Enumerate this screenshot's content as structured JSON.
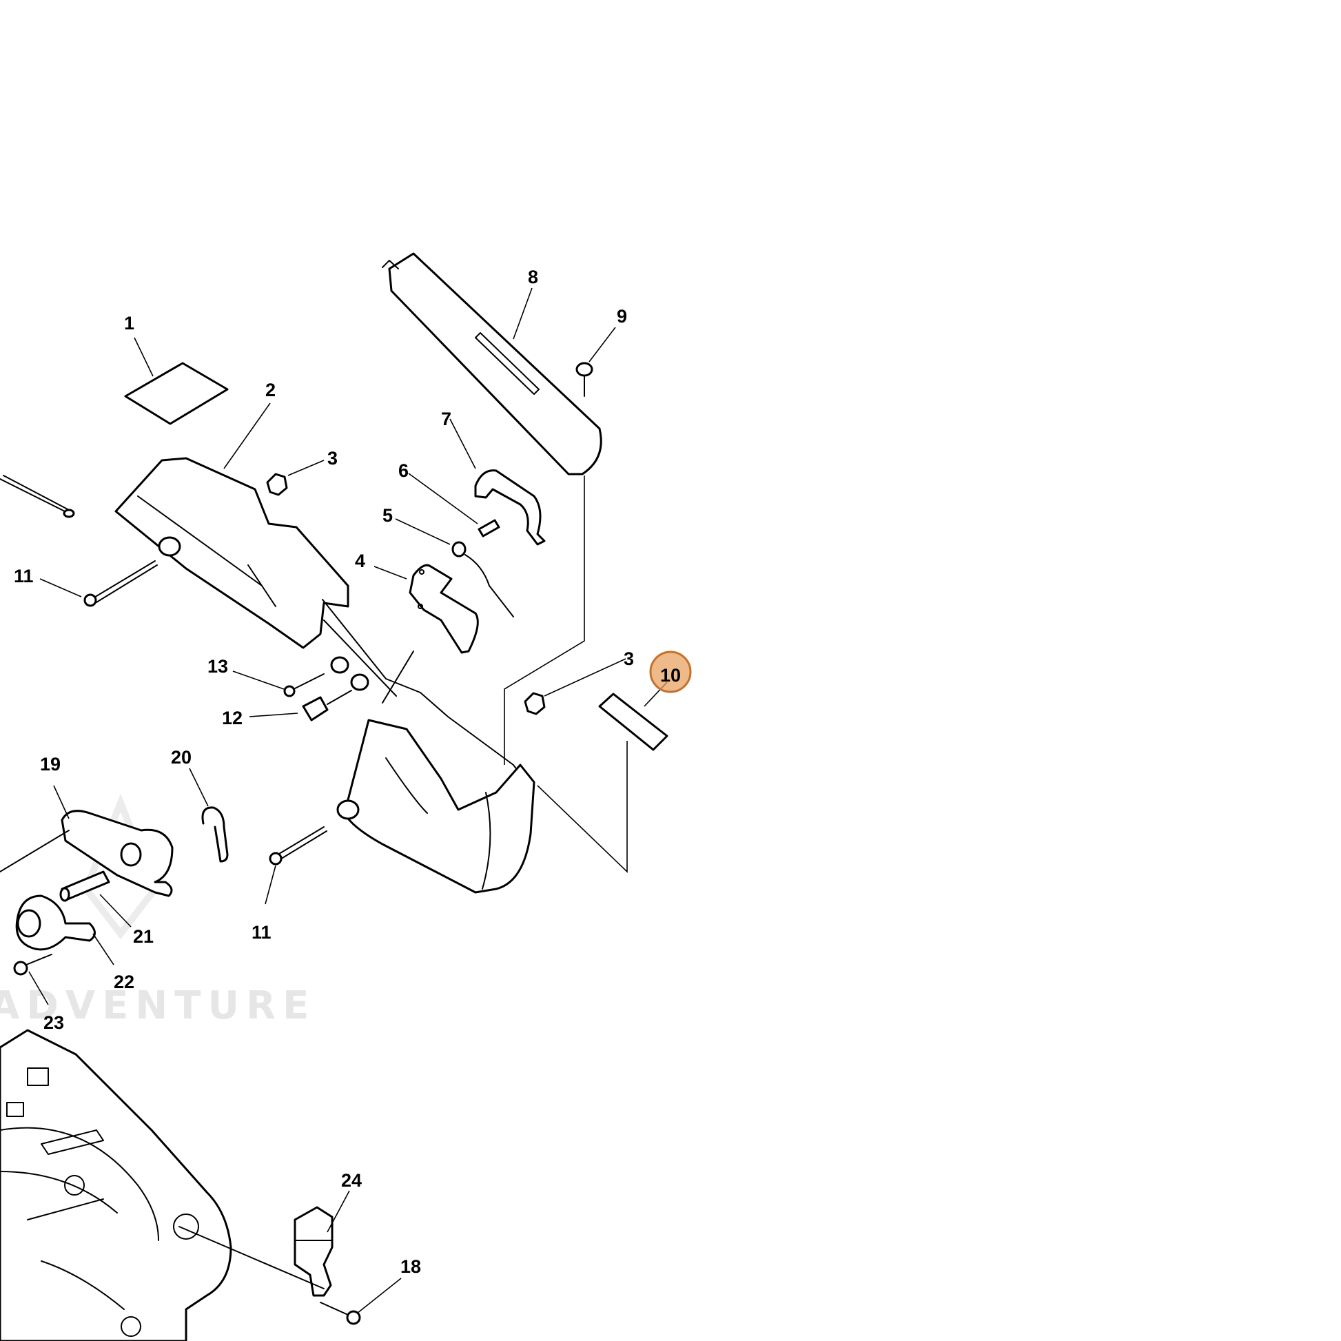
{
  "diagram": {
    "watermark_text": "ADVENTURE",
    "highlighted_part": "10",
    "highlight_color": "#e8a05c",
    "callouts": {
      "c1": "1",
      "c2": "2",
      "c3a": "3",
      "c3b": "3",
      "c4": "4",
      "c5": "5",
      "c6": "6",
      "c7": "7",
      "c8": "8",
      "c9": "9",
      "c10": "10",
      "c11a": "11",
      "c11b": "11",
      "c12": "12",
      "c13": "13",
      "c18": "18",
      "c19": "19",
      "c20": "20",
      "c21": "21",
      "c22": "22",
      "c23": "23",
      "c24": "24"
    }
  }
}
